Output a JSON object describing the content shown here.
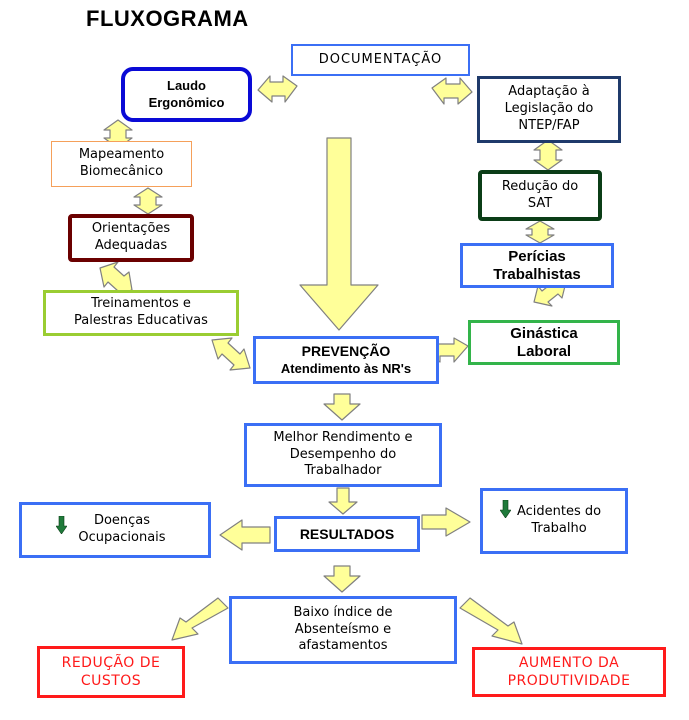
{
  "title": "FLUXOGRAMA",
  "boxes": {
    "documentacao": "DOCUMENTAÇÃO",
    "laudo": "Laudo\nErgonômico",
    "adaptacao": "Adaptação à\nLegislação do\nNTEP/FAP",
    "mapeamento": "Mapeamento\nBiomecânico",
    "reducao_sat": "Redução do\nSAT",
    "orientacoes": "Orientações\nAdequadas",
    "pericias": "Perícias\nTrabalhistas",
    "treinamentos": "Treinamentos e\nPalestras Educativas",
    "ginastica": "Ginástica\nLaboral",
    "prevencao_title": "PREVENÇÃO",
    "prevencao_sub": "Atendimento às NR's",
    "melhor_rendimento": "Melhor Rendimento e\nDesempenho do\nTrabalhador",
    "doencas": "Doenças\nOcupacionais",
    "resultados": "RESULTADOS",
    "acidentes": "Acidentes do\nTrabalho",
    "baixo_indice": "Baixo índice de\nAbsenteísmo e\nafastamentos",
    "reducao_custos": "REDUÇÃO DE\nCUSTOS",
    "aumento_produtividade": "AUMENTO DA\nPRODUTIVIDADE"
  },
  "colors": {
    "arrow_fill": "#ffff99",
    "arrow_stroke": "#808080",
    "blue": "#3b6ff5",
    "dark_blue": "#0a0ad6",
    "navy": "#1f3a6b",
    "dark_green": "#0b3d17",
    "green": "#33b44a",
    "maroon": "#6b0000",
    "orange": "#f5a05a",
    "lime": "#9acd32",
    "red": "#ff1a1a",
    "icon_green": "#1f7a3a"
  },
  "icons": [
    "down-arrow-icon",
    "down-arrow-icon"
  ]
}
